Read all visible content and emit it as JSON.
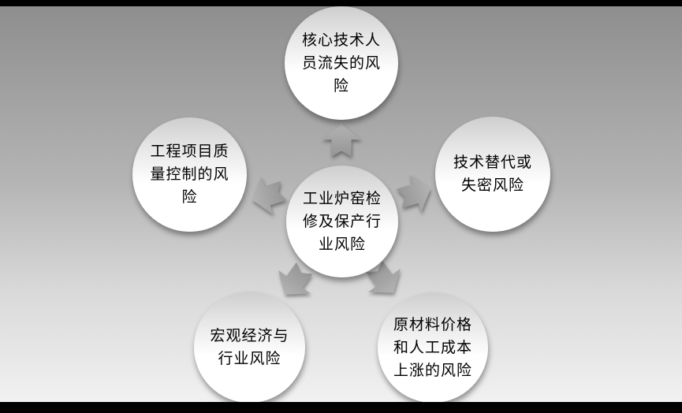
{
  "slide": {
    "colors": {
      "letterbox": "#000000",
      "background_top": "#8e8e8e",
      "background_bottom": "#f1f1f1",
      "node_fill_top": "#cecece",
      "node_fill_bottom": "#ffffff",
      "arrow_fill_light": "#b3b3b3",
      "arrow_fill_dark": "#959595",
      "text": "#000000"
    }
  },
  "diagram": {
    "type": "radial-diverging",
    "center": {
      "position": "center",
      "label": "工业炉窑检\n修及保产行\n业风险"
    },
    "satellites": [
      {
        "position": "top",
        "label": "核心技术人\n员流失的风\n险"
      },
      {
        "position": "left",
        "label": "工程项目质\n量控制的风\n险"
      },
      {
        "position": "right",
        "label": "技术替代或\n失密风险"
      },
      {
        "position": "bottom-left",
        "label": "宏观经济与\n行业风险"
      },
      {
        "position": "bottom-right",
        "label": "原材料价格\n和人工成本\n上涨的风险"
      }
    ],
    "arrows": [
      {
        "icon": "block-arrow-up-icon",
        "direction": "up"
      },
      {
        "icon": "block-arrow-upper-left-icon",
        "direction": "upper-left"
      },
      {
        "icon": "block-arrow-upper-right-icon",
        "direction": "upper-right"
      },
      {
        "icon": "block-arrow-lower-left-icon",
        "direction": "lower-left"
      },
      {
        "icon": "block-arrow-lower-right-icon",
        "direction": "lower-right"
      }
    ]
  }
}
